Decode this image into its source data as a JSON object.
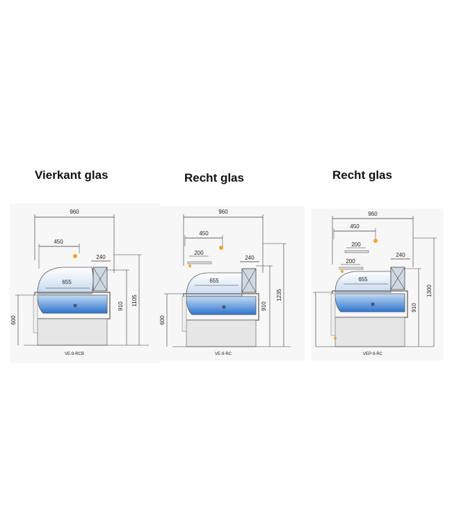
{
  "cabinets": [
    {
      "title": "Vierkant glas",
      "model": "VE-9-RCB",
      "dims": {
        "width": "960",
        "top": "450",
        "glass": "240",
        "tray": "655",
        "base": "600",
        "counter": "910",
        "total": "1105",
        "shelf": ""
      },
      "shelves": 0,
      "glass_type": "square"
    },
    {
      "title": "Recht glas",
      "model": "VE-9-RC",
      "dims": {
        "width": "960",
        "top": "450",
        "glass": "240",
        "tray": "655",
        "base": "600",
        "counter": "910",
        "total": "1235",
        "shelf": "200"
      },
      "shelves": 1,
      "glass_type": "straight"
    },
    {
      "title": "Recht glas",
      "model": "VEP-9-RC",
      "dims": {
        "width": "960",
        "top": "450",
        "glass": "240",
        "tray": "655",
        "base": "",
        "counter": "910",
        "total": "1300",
        "shelf": "200"
      },
      "shelves": 2,
      "glass_type": "straight"
    }
  ],
  "colors": {
    "line": "#333333",
    "cabinet_fill": "#e8e8e8",
    "cabinet_stroke": "#666666",
    "glass_top": "#dbe8f7",
    "tray_light": "#b8d4f2",
    "tray_dark": "#2e74d0",
    "lamp": "#f0a630"
  }
}
